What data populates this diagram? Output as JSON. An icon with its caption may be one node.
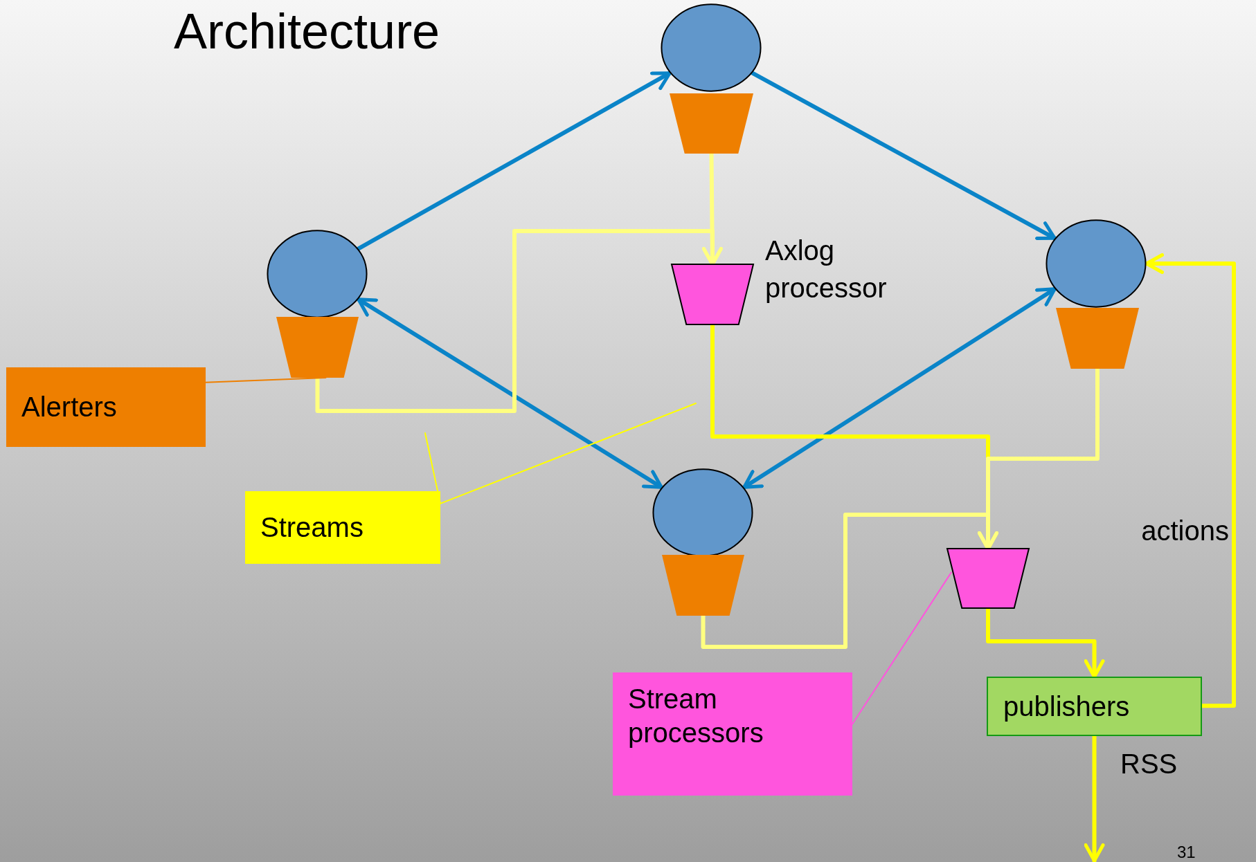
{
  "diagram": {
    "title": "Architecture",
    "nodes": [
      {
        "text": [],
        "shape": "circle"
      },
      {
        "text": [],
        "shape": "trapezoid"
      },
      {
        "text": [],
        "shape": "trapezoid",
        "beside": [
          "Axlog processor"
        ]
      },
      {
        "text": [],
        "shape": "circle"
      },
      {
        "text": [],
        "shape": "trapezoid"
      },
      {
        "text": [],
        "shape": "circle"
      },
      {
        "text": [],
        "shape": "trapezoid"
      },
      {
        "text": [
          "Alerters"
        ]
      },
      {
        "text": [
          "Streams"
        ]
      },
      {
        "text": [],
        "shape": "circle"
      },
      {
        "text": [],
        "shape": "trapezoid"
      },
      {
        "text": [],
        "shape": "trapezoid"
      },
      {
        "text": [
          "Stream processors"
        ]
      },
      {
        "text": [
          "publishers"
        ]
      }
    ],
    "edges": [
      {
        "from": 3,
        "to": 0,
        "arrow": "to",
        "color": "#0a84c8"
      },
      {
        "from": 0,
        "to": 5,
        "arrow": "to",
        "color": "#0a84c8"
      },
      {
        "from": 3,
        "to": 9,
        "arrow": "both",
        "color": "#0a84c8"
      },
      {
        "from": 5,
        "to": 9,
        "arrow": "both",
        "color": "#0a84c8"
      },
      {
        "from": 1,
        "to": 2,
        "arrow": "to",
        "color": "#ffff80"
      },
      {
        "from": 4,
        "to": 2,
        "arrow": "to",
        "color": "#ffff80"
      },
      {
        "from": 2,
        "to": 11,
        "arrow": "to",
        "color": "#ffff00"
      },
      {
        "from": 6,
        "to": 11,
        "arrow": "to",
        "color": "#ffff80"
      },
      {
        "from": 10,
        "to": 11,
        "arrow": "to",
        "color": "#ffff80"
      },
      {
        "from": 11,
        "to": 13,
        "arrow": "to",
        "color": "#ffff00"
      },
      {
        "from": 13,
        "to": 5,
        "arrow": "to",
        "label": "actions",
        "color": "#ffff00"
      },
      {
        "from": 13,
        "to": null,
        "arrow": "to",
        "label": "RSS",
        "color": "#ffff00"
      },
      {
        "from": 7,
        "to": 4,
        "arrow": "none",
        "color": "#ee7f00"
      },
      {
        "from": 8,
        "to": null,
        "arrow": "none",
        "color": "#ffff00"
      },
      {
        "from": 8,
        "to": null,
        "arrow": "none",
        "color": "#ffff00"
      },
      {
        "from": 12,
        "to": 11,
        "arrow": "none",
        "color": "#ff55dd"
      }
    ],
    "labels": [
      "31"
    ]
  }
}
